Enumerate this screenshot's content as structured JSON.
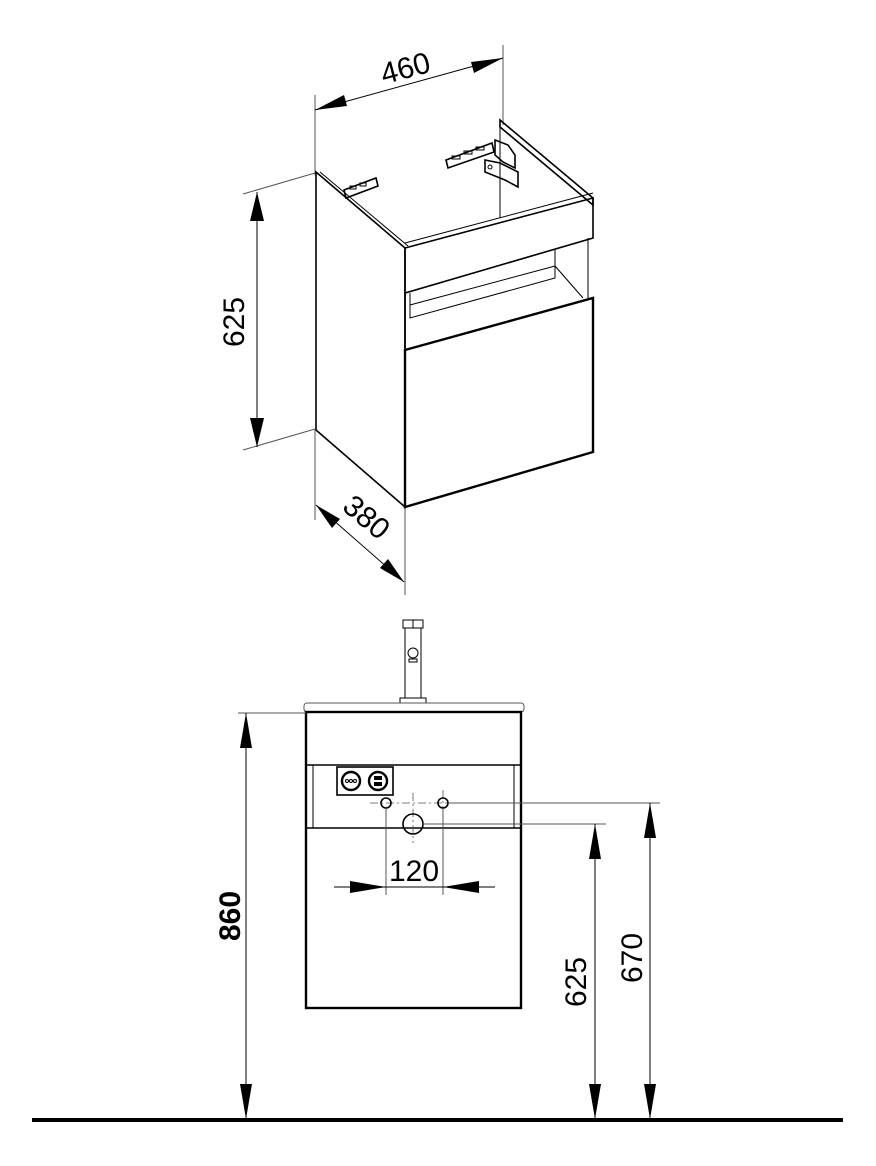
{
  "drawing": {
    "title": "Vanity unit dimension drawing",
    "units": "mm",
    "colors": {
      "line": "#000000",
      "background": "#ffffff",
      "secondary_line": "#555555"
    }
  },
  "isometric_view": {
    "dimensions": {
      "width": "460",
      "height": "625",
      "depth": "380"
    }
  },
  "front_view": {
    "dimensions": {
      "total_height": "860",
      "hole_spacing": "120",
      "drain_height": "625",
      "supply_height": "670"
    },
    "components": {
      "faucet": "faucet-icon",
      "socket_panel": [
        "schuko-socket-icon",
        "usb-socket-icon"
      ]
    }
  }
}
